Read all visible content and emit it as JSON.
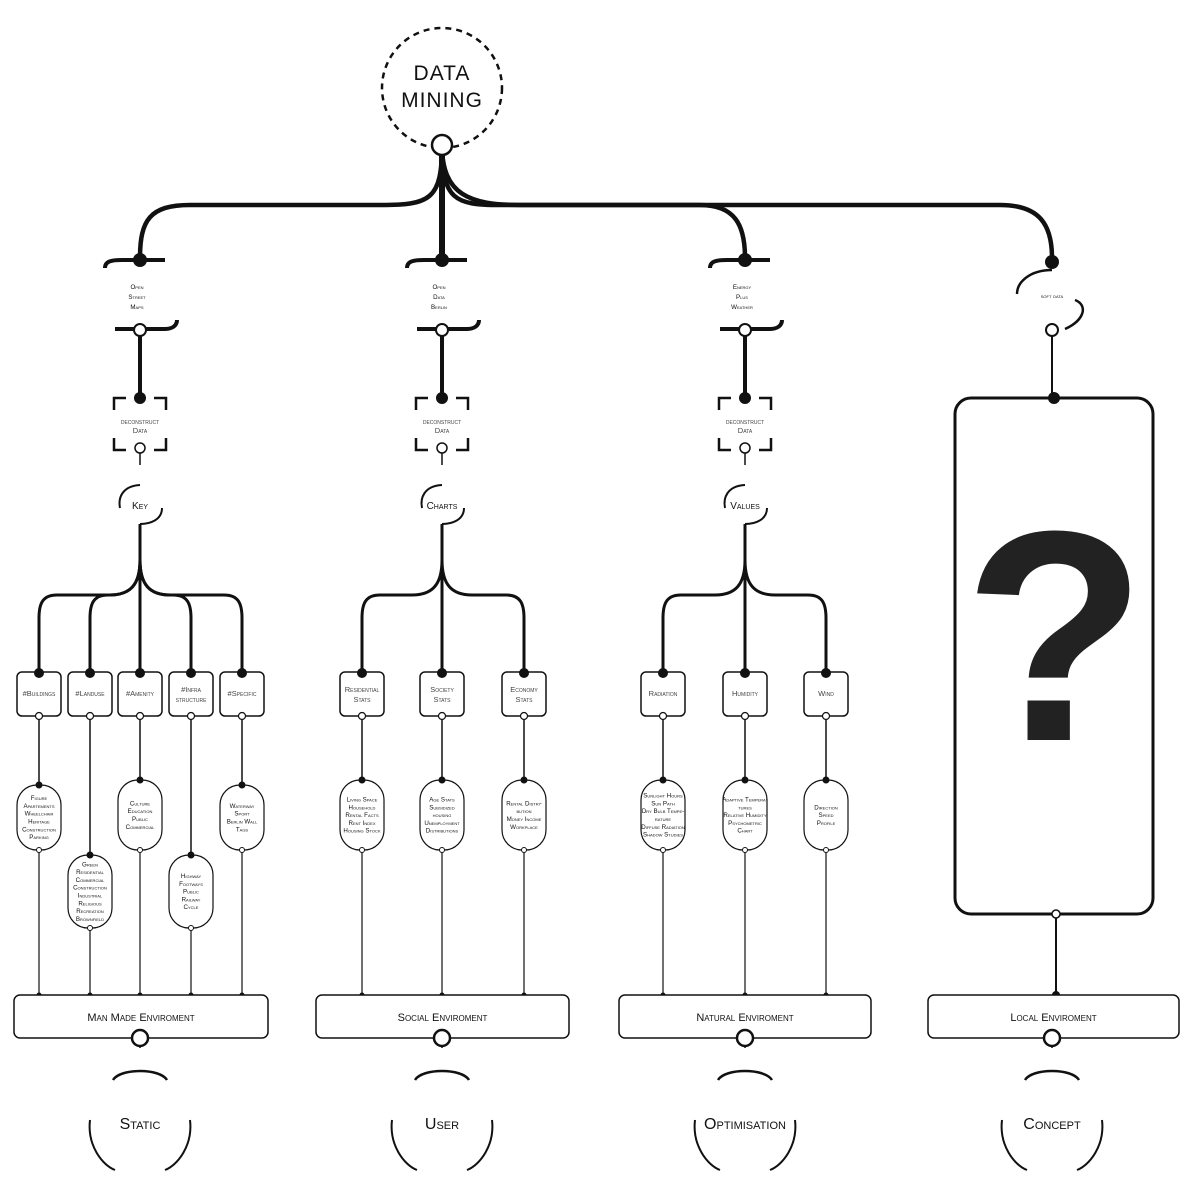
{
  "root": {
    "line1": "DATA",
    "line2": "MINING"
  },
  "sources": [
    {
      "lines": [
        "Open",
        "Street",
        "Maps"
      ]
    },
    {
      "lines": [
        "Open",
        "Data",
        "Berlin"
      ]
    },
    {
      "lines": [
        "Energy",
        "Plus",
        "Weather"
      ]
    },
    {
      "lines": [
        "soft data"
      ]
    }
  ],
  "deconstruct": {
    "line1": "deconstruct",
    "line2": "Data"
  },
  "outputs": [
    "Key",
    "Charts",
    "Values"
  ],
  "categories": [
    [
      {
        "lines": [
          "#Buildings"
        ],
        "details": [
          "Figure",
          "Apartements",
          "Wheelchair",
          "Heritage",
          "Construction",
          "Parking"
        ]
      },
      {
        "lines": [
          "#Landuse"
        ],
        "details": [
          "Green",
          "Residential",
          "Commercial",
          "Construction",
          "Industrial",
          "Religious",
          "Recreation",
          "Brownfield"
        ]
      },
      {
        "lines": [
          "#Amenity"
        ],
        "details": [
          "Culture",
          "Education",
          "Public",
          "Commercial"
        ]
      },
      {
        "lines": [
          "#Infra",
          "structure"
        ],
        "details": [
          "Highway",
          "Footways",
          "Public",
          "Railway",
          "Cycle"
        ]
      },
      {
        "lines": [
          "#Specific"
        ],
        "details": [
          "Waterway",
          "Sport",
          "Berlin Wall",
          "Tags"
        ]
      }
    ],
    [
      {
        "lines": [
          "Residential",
          "Stats"
        ],
        "details": [
          "Living Space",
          "Household",
          "Rental Facts",
          "Rent Index",
          "Housing Stock"
        ]
      },
      {
        "lines": [
          "Society",
          "Stats"
        ],
        "details": [
          "Age Stats",
          "Subsidized",
          "housing",
          "Unemployment",
          "Distributions"
        ]
      },
      {
        "lines": [
          "Economy",
          "Stats"
        ],
        "details": [
          "Rental Distri-",
          "bution",
          "Money Income",
          "Workplace"
        ]
      }
    ],
    [
      {
        "lines": [
          "Radiation"
        ],
        "details": [
          "Sunlight Hours",
          "Sun Path",
          "Dry Bulb Tempe-",
          "rature",
          "Diffuse Radiation",
          "Shadow Studies"
        ]
      },
      {
        "lines": [
          "Humidity"
        ],
        "details": [
          "Adaptive Tempera-",
          "tures",
          "Relative Humidity",
          "Psychometric",
          "Chart"
        ]
      },
      {
        "lines": [
          "Wind"
        ],
        "details": [
          "Direction",
          "Speed",
          "Profile"
        ]
      }
    ]
  ],
  "question": "?",
  "environments": [
    "Man Made Enviroment",
    "Social Enviroment",
    "Natural Enviroment",
    "Local Enviroment"
  ],
  "bottom": [
    "Static",
    "User",
    "Optimisation",
    "Concept"
  ]
}
